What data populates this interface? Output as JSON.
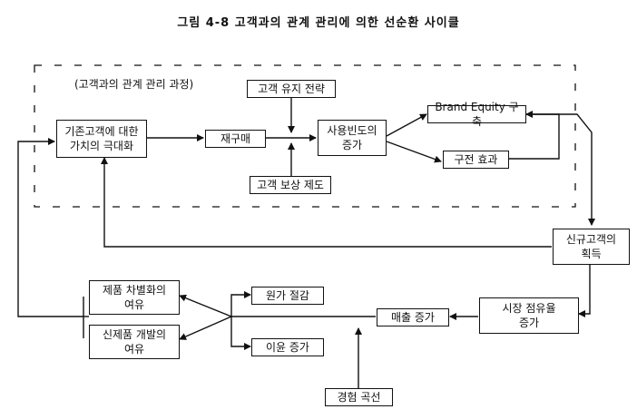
{
  "title": "그림 4-8 고객과의 관계 관리에 의한 선순환 사이클",
  "region_label": "(고객과의 관계 관리 과정)",
  "nodes": {
    "existing_customer_value": "기존고객에 대한\n가치의 극대화",
    "repurchase": "재구매",
    "retention_strategy": "고객 유지 전략",
    "reward_program": "고객 보상 제도",
    "usage_frequency_increase": "사용빈도의\n증가",
    "brand_equity": "Brand Equity 구축",
    "word_of_mouth": "구전 효과",
    "new_customer_acquisition": "신규고객의\n획득",
    "market_share_increase": "시장 점유율\n증가",
    "sales_increase": "매출 증가",
    "experience_curve": "경험 곡선",
    "cost_reduction": "원가 절감",
    "profit_increase": "이윤 증가",
    "product_differentiation": "제품 차별화의\n여유",
    "new_product_development": "신제품 개발의\n여유"
  }
}
